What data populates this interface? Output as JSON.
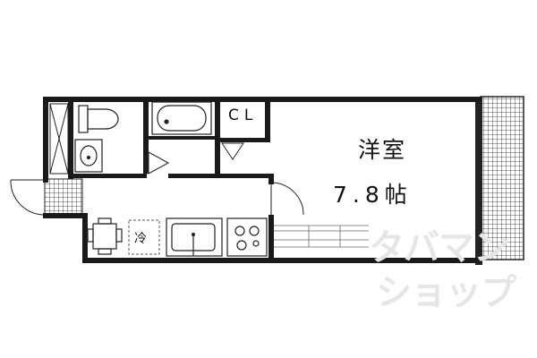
{
  "floor_plan": {
    "room_name": "洋室",
    "room_size": "7.8帖",
    "closet_label": "CL",
    "fridge_label": "冷",
    "watermark_line1": "タバマン",
    "watermark_line2": "ショップ"
  }
}
